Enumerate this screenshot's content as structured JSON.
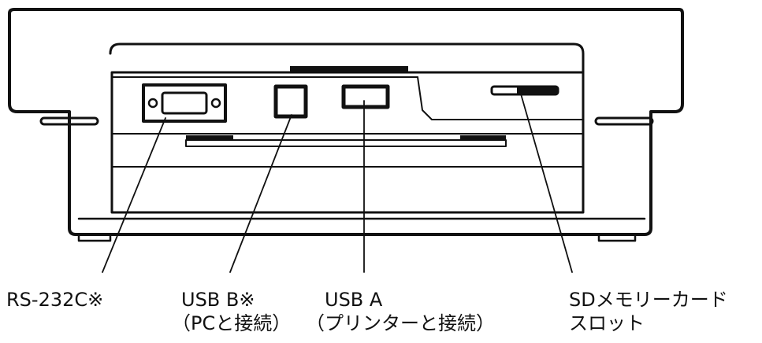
{
  "colors": {
    "ink": "#111111",
    "background": "#ffffff"
  },
  "labels": {
    "rs232c": {
      "title": "RS-232C※",
      "sub": ""
    },
    "usb_b": {
      "title": "USB B※",
      "sub": "（PCと接続）"
    },
    "usb_a": {
      "title": "USB A",
      "sub": "（プリンターと接続）"
    },
    "sd_slot": {
      "title": "SDメモリーカード",
      "sub": "スロット"
    }
  }
}
